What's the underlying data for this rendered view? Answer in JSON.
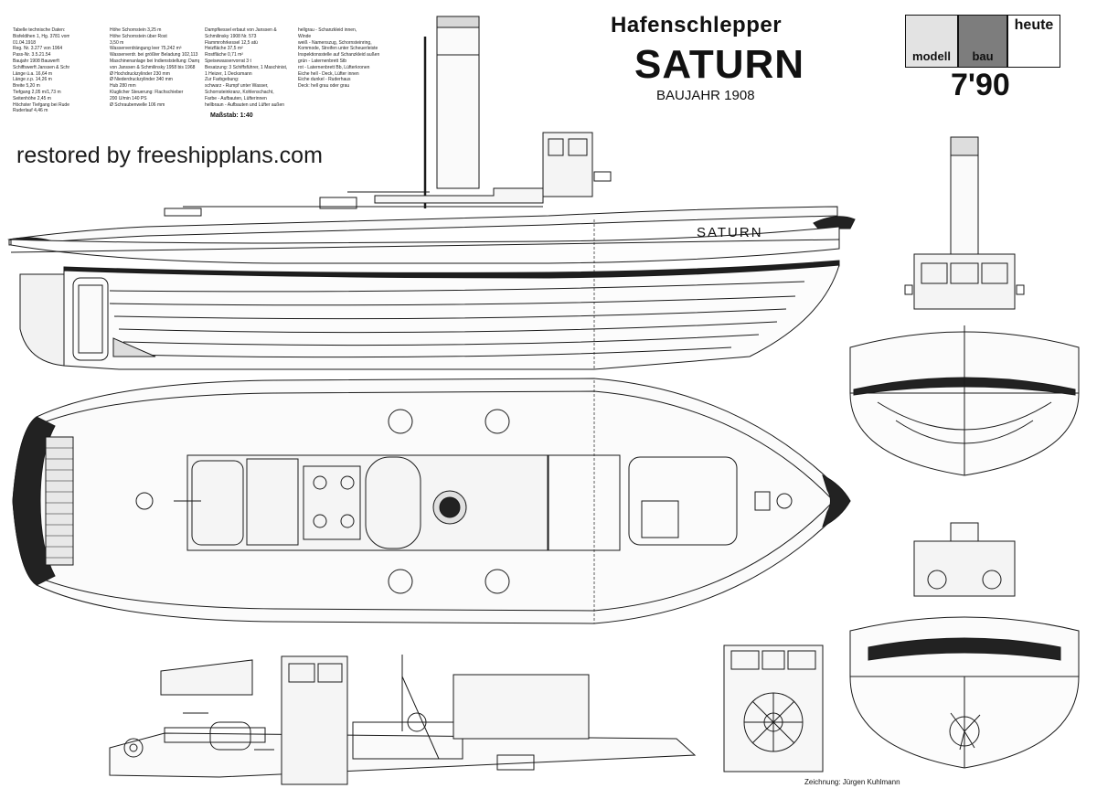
{
  "header": {
    "kicker": "Hafenschlepper",
    "name": "SATURN",
    "year": "BAUJAHR 1908",
    "scale": "Maßstab: 1:40"
  },
  "logo": {
    "left": "modell",
    "mid": "bau",
    "right": "heute",
    "issue": "7'90"
  },
  "watermark": "restored by freeshipplans.com",
  "hull_name": "SATURN",
  "credit": "Zeichnung: Jürgen Kuhlmann",
  "specs": {
    "col1": [
      "Tabelle technische Daten:",
      "Bisfeldihen 1, Hg. 3781 vom",
      "01.04.1918",
      "Reg. Nr. 3.277 von 1964",
      "Pass-Nr. 3.5.21.54",
      "Baujahr 1908 Bauwerft",
      "Schiffswerft Janssen & Schmilinsky Hamburg",
      "Länge ü.a. 16,64 m",
      "Länge z.p. 14,26 m",
      "Breite 5,20 m",
      "Tiefgang 2,05 m/1,73 m",
      "Seitenhöhe 2,45 m",
      "Höchster Tiefgang bei Rudertrimm",
      "Ruderlauf 4,46 m"
    ],
    "col2": [
      "Höhe Schornstein 3,25 m",
      "Höhe Schornstein über Rost",
      "3,50 m",
      "Wasserverdrängung leer 75,242 m³",
      "Wasserverdr. bei größter Beladung 102,113 m³",
      "Maschinenanlage bei Indienststellung: Dampfmaschine",
      "von Janssen & Schmilinsky 1958 bis 1968",
      "Ø Hochdruckzylinder 230 mm",
      "Ø Niederdruckzylinder 340 mm",
      "Hub 280 mm",
      "Kluglicher Steuerung: Flachschieber",
      "200 U/min 140 PS",
      "Ø Schraubenwelle 106 mm"
    ],
    "col3": [
      "Dampfkessel erbaut von Janssen &",
      "Schmilinsky 1908 Nr. 573",
      "Flammrohrkessel 12,5 atü",
      "Heizfläche 37,5 m²",
      "Rostfläche 0,71 m²",
      "Speisewasservorrat 3 t",
      "Besatzung: 3 Schiffsführer, 1 Maschinist,",
      "1 Heizer, 1 Decksmann",
      "Zur Farbgebung:",
      "schwarz - Rumpf unter Wasser,",
      "Schornsteinkranz, Kohlenschacht,",
      "Farbe - Aufbauten, Lüfterinnen",
      "hellbraun - Aufbauten und Lüfter außen"
    ],
    "col4": [
      "hellgrau - Schanzkleid innen,",
      "Winde",
      "weiß - Namenszug, Schornsteinring,",
      "Kommode, Streifen unter Scheuerleiste",
      "Inspektionsstelle auf Schanzkleid außen",
      "grün - Laternenbrett Stb",
      "rot - Laternenbrett Bb, Lüfterkronen",
      "Eiche hell - Deck, Lüfter innen",
      "Eiche dunkel - Ruderhaus",
      "Deck: hell grau oder grau"
    ]
  }
}
